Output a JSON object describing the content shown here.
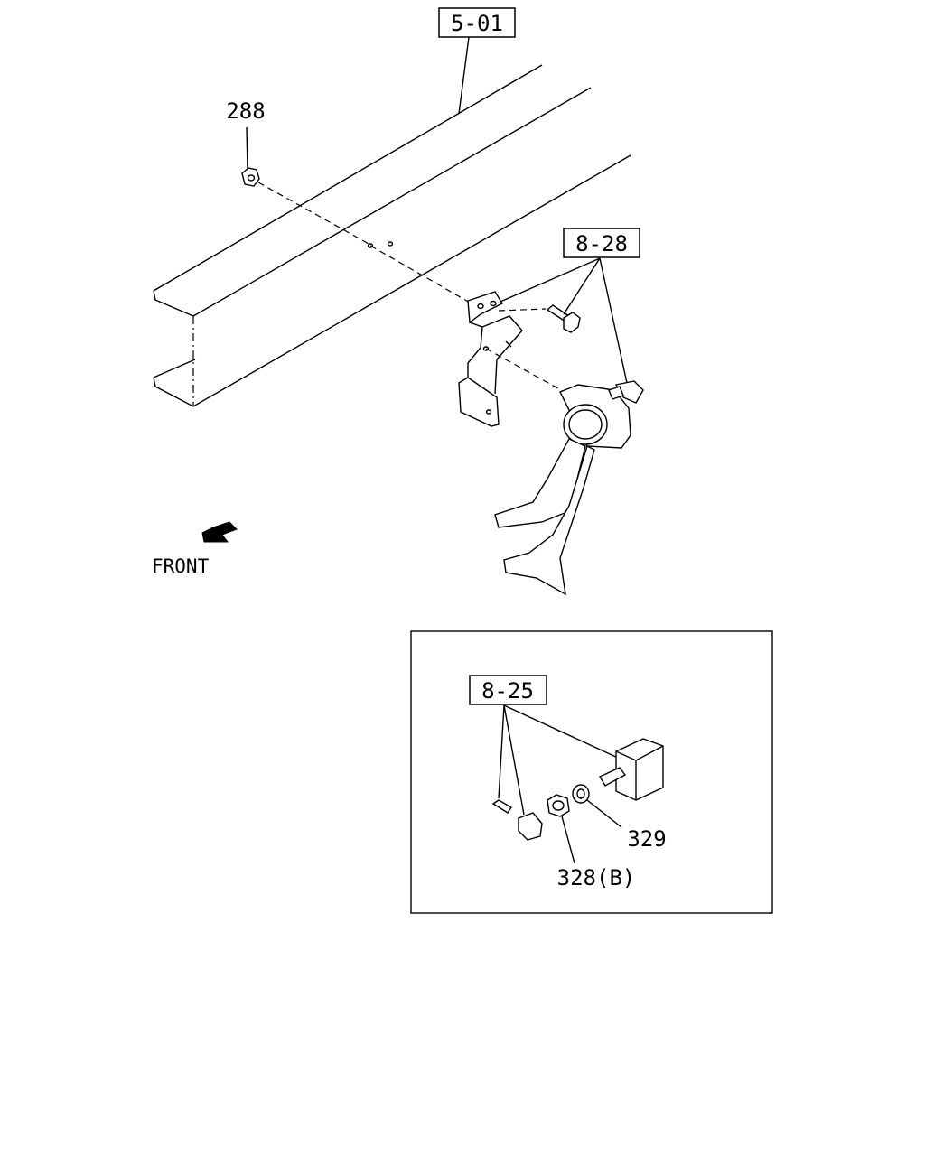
{
  "diagram": {
    "callouts": {
      "ref_501": "5-01",
      "ref_828": "8-28",
      "ref_825": "8-25",
      "part_288": "288",
      "part_329": "329",
      "part_328b": "328(B)"
    },
    "direction_label": "FRONT",
    "colors": {
      "line": "#000000",
      "background": "#ffffff"
    },
    "icons": [
      "front-arrow-icon"
    ]
  }
}
